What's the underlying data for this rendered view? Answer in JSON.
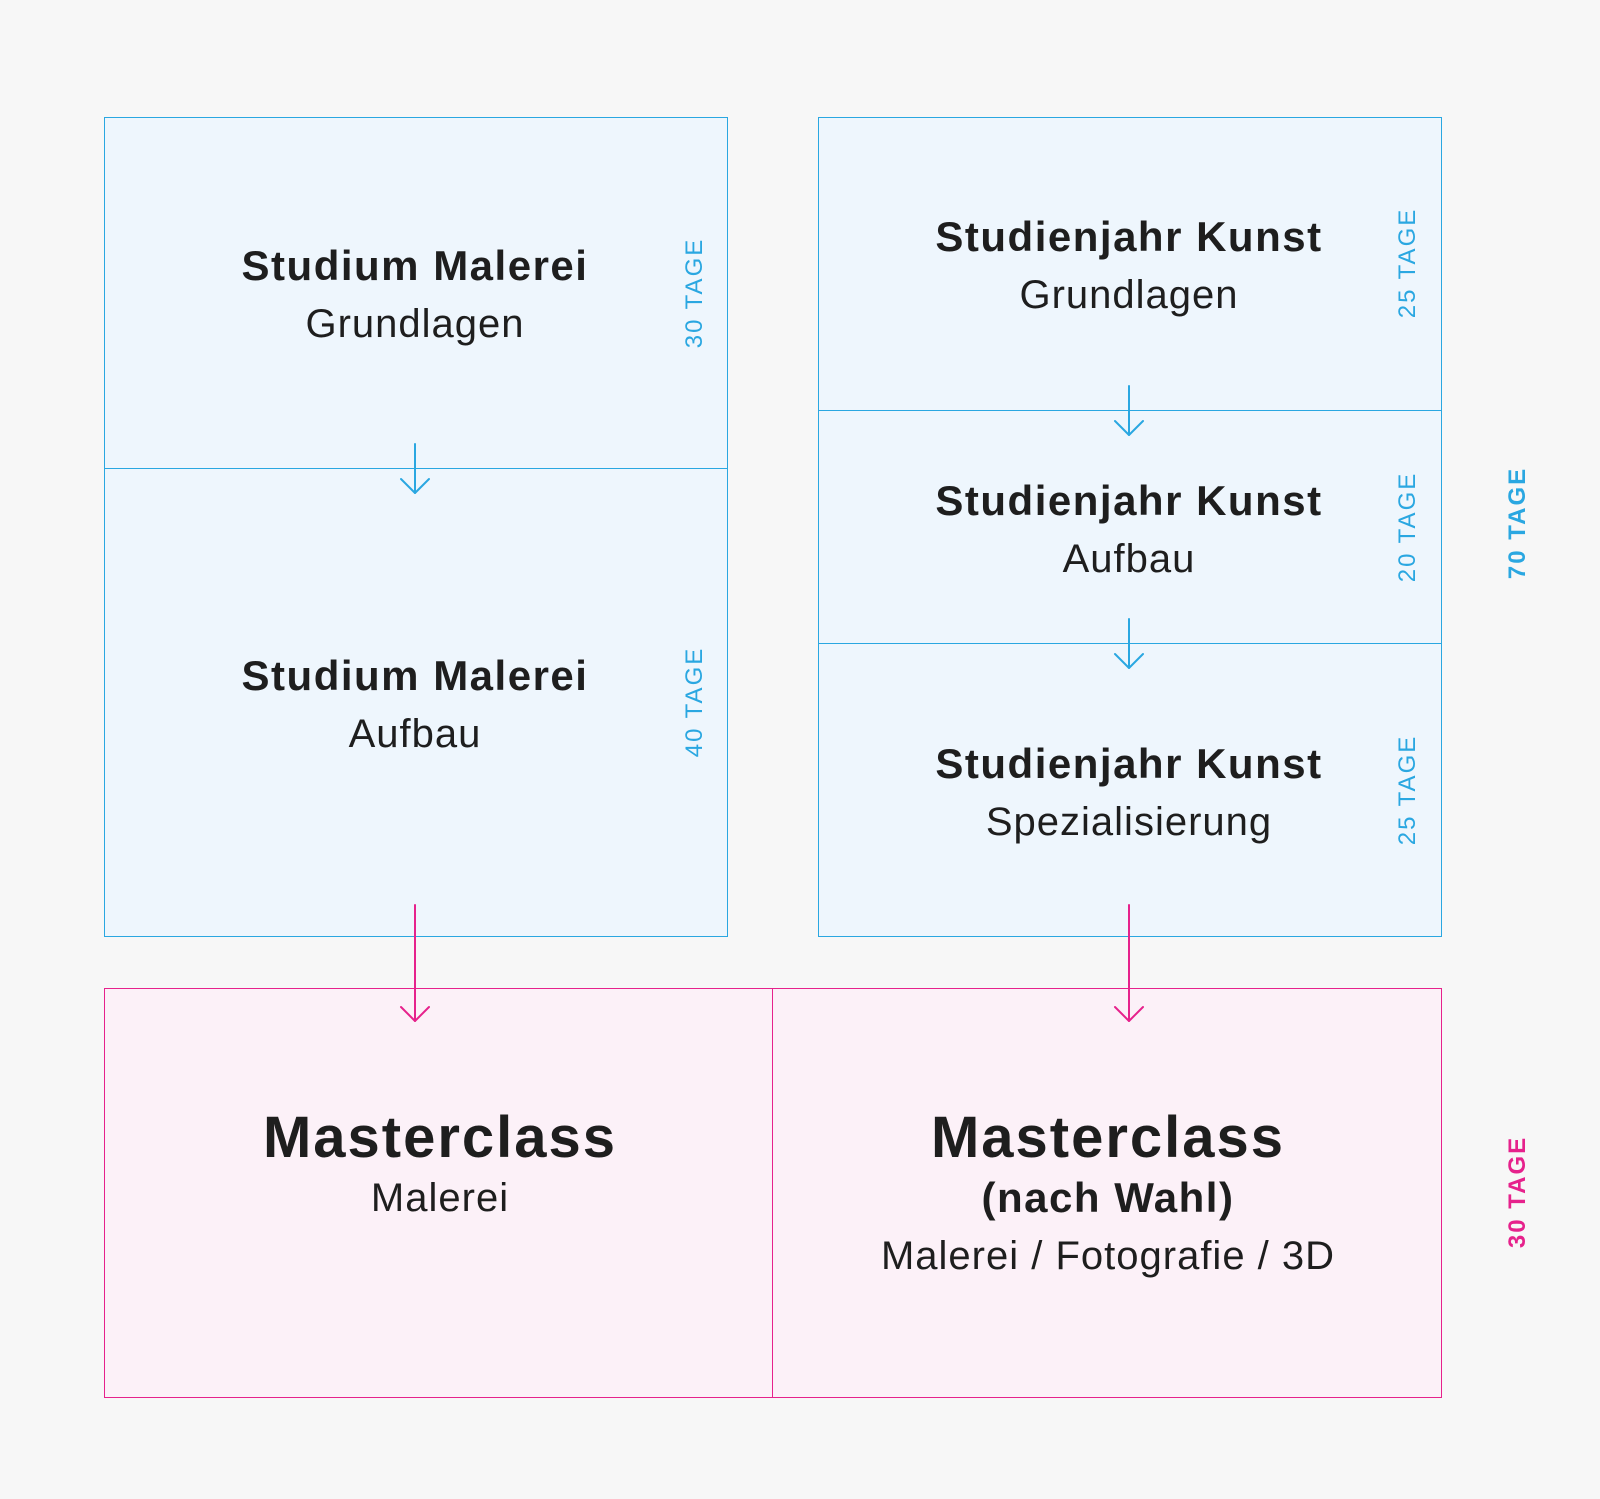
{
  "colors": {
    "blue": "#2aa7e1",
    "pink": "#e6228c",
    "blue_fill": "#eef6fd",
    "pink_fill": "#fcf1f8"
  },
  "left_track": {
    "step1": {
      "title": "Studium Malerei",
      "subtitle": "Grundlagen",
      "duration": "30 TAGE"
    },
    "step2": {
      "title": "Studium Malerei",
      "subtitle": "Aufbau",
      "duration": "40 TAGE"
    }
  },
  "right_track": {
    "step1": {
      "title": "Studienjahr Kunst",
      "subtitle": "Grundlagen",
      "duration": "25 TAGE"
    },
    "step2": {
      "title": "Studienjahr Kunst",
      "subtitle": "Aufbau",
      "duration": "20 TAGE"
    },
    "step3": {
      "title": "Studienjahr Kunst",
      "subtitle": "Spezialisierung",
      "duration": "25 TAGE"
    }
  },
  "upper_total": "70 TAGE",
  "masterclass": {
    "left": {
      "title": "Masterclass",
      "subtitle": "Malerei"
    },
    "right": {
      "title": "Masterclass",
      "subtitle_bold": "(nach Wahl)",
      "options": "Malerei / Fotografie / 3D"
    },
    "duration": "30 TAGE"
  }
}
